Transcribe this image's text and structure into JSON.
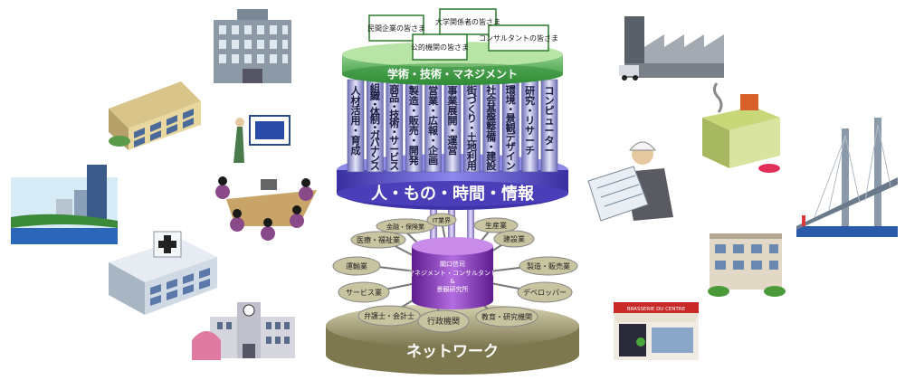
{
  "clients": [
    "民間企業の皆さま",
    "大学関係者の皆さま",
    "公的機関の皆さま",
    "コンサルタントの皆さま"
  ],
  "top_disk_label": "学術・技術・マネジメント",
  "pillars": [
    "人材活用・育成",
    "組織・体制・ガバナンス",
    "商品・技術・サービス",
    "製造・販売・開発",
    "営業・広報・企画",
    "事業展開・運営",
    "街づくり・土地利用",
    "社会基盤整備・建設",
    "環境・景観デザイン",
    "研究・リサーチ",
    "コンピューター"
  ],
  "mid_disk_label": "人・もの・時間・情報",
  "center_label": [
    "關口信司",
    "マネジメント・コンサルタント",
    "&",
    "景観研究所"
  ],
  "partners": [
    "金融・保険業",
    "IT業界",
    "生産業",
    "医療・福祉業",
    "建設業",
    "運輸業",
    "製造・販売業",
    "サービス業",
    "デベロッパー",
    "弁護士・会計士",
    "行政機関",
    "教育・研究機関"
  ],
  "bottom_disk_label": "ネットワーク",
  "shop_sign": "BRASSERIE DU CENTRE",
  "colors": {
    "green_disk": "#3faa3f",
    "purple_disk": "#5a4fc4",
    "center_cyl": "#8a2fc0",
    "bottom_disk": "#a09a6a",
    "pillar": "#9fa0d8"
  },
  "icons": [
    "office-building-icon",
    "office-campus-icon",
    "city-skyline-icon",
    "hospital-icon",
    "school-icon",
    "meeting-room-icon",
    "factory-icon",
    "fuel-station-icon",
    "bridge-icon",
    "engineer-icon",
    "apartment-icon",
    "shopfront-icon"
  ]
}
